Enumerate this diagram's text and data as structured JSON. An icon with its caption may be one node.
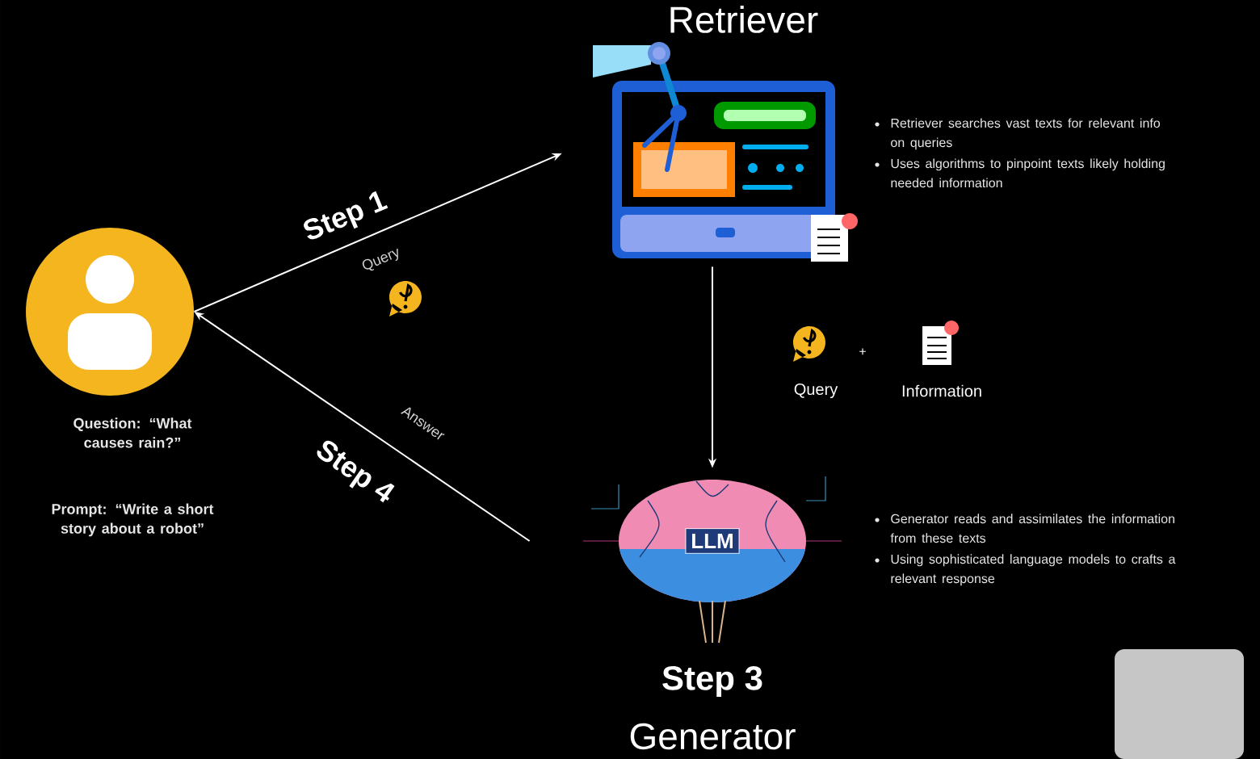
{
  "diagram": {
    "nodes": [
      {
        "text": [],
        "shape": "person",
        "beside": [
          "Question: “What causes rain?”",
          "Prompt: “Write a short story about a robot”"
        ]
      },
      {
        "text": [],
        "shape": "picture",
        "beside": [
          "Retriever",
          "Retriever searches vast texts for relevant info on queries",
          "Uses algorithms to pinpoint texts likely holding needed information"
        ]
      },
      {
        "text": [
          "LLM"
        ],
        "beside": [
          "Step 3",
          "Generator",
          "Generator reads and assimilates the information from these texts",
          "Using sophisticated language models to crafts a relevant response"
        ]
      }
    ],
    "edges": [
      {
        "from": 0,
        "to": 1,
        "arrow": "to",
        "label": "Query"
      },
      {
        "from": 2,
        "to": 0,
        "arrow": "to",
        "label": "Answer"
      },
      {
        "from": 1,
        "to": 2,
        "arrow": "to"
      }
    ],
    "labels": [
      "Step 1",
      "Step 4",
      "Query",
      "+",
      "Information"
    ]
  }
}
